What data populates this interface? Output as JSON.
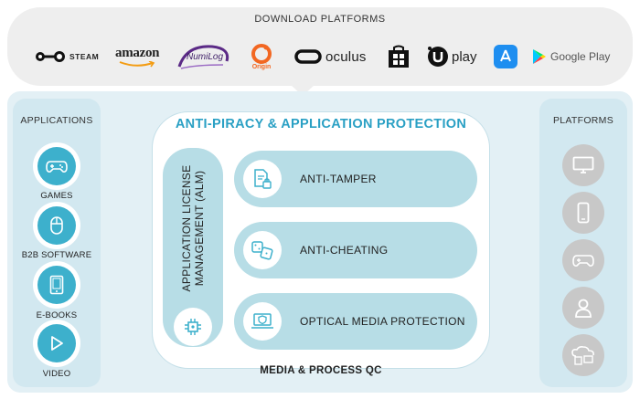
{
  "download": {
    "title": "DOWNLOAD PLATFORMS",
    "logos": [
      {
        "icon": "steam-icon",
        "text": "STEAM"
      },
      {
        "icon": "amazon-logo",
        "text": "amazon"
      },
      {
        "icon": "numilog-logo",
        "text": "NumiLog"
      },
      {
        "icon": "origin-icon",
        "text": "Origin"
      },
      {
        "icon": "oculus-icon",
        "text": "oculus"
      },
      {
        "icon": "windows-store-icon",
        "text": ""
      },
      {
        "icon": "uplay-icon",
        "text": "play"
      },
      {
        "icon": "app-store-icon",
        "text": ""
      },
      {
        "icon": "google-play-icon",
        "text": "Google Play"
      }
    ]
  },
  "applications": {
    "title": "APPLICATIONS",
    "items": [
      {
        "label": "GAMES",
        "icon": "gamepad-icon"
      },
      {
        "label": "B2B SOFTWARE",
        "icon": "mouse-icon"
      },
      {
        "label": "E-BOOKS",
        "icon": "ebook-icon"
      },
      {
        "label": "VIDEO",
        "icon": "play-icon"
      }
    ]
  },
  "center": {
    "title": "ANTI-PIRACY & APPLICATION PROTECTION",
    "alm": "APPLICATION LICENSE MANAGEMENT (ALM)",
    "features": [
      {
        "label": "ANTI-TAMPER",
        "icon": "document-lock-icon"
      },
      {
        "label": "ANTI-CHEATING",
        "icon": "dice-icon"
      },
      {
        "label": "OPTICAL MEDIA PROTECTION",
        "icon": "shield-laptop-icon"
      }
    ],
    "footer": "MEDIA & PROCESS QC"
  },
  "platforms": {
    "title": "PLATFORMS",
    "items": [
      {
        "icon": "monitor-icon"
      },
      {
        "icon": "smartphone-icon"
      },
      {
        "icon": "console-controller-icon"
      },
      {
        "icon": "user-icon"
      },
      {
        "icon": "cloud-devices-icon"
      }
    ]
  },
  "colors": {
    "accent": "#2aa0c4",
    "icon_blue": "#3db0cc",
    "pill": "#b7dde6",
    "panel": "#d2e8f0",
    "background": "#e3f0f5",
    "platform_grey": "#c8c8c8"
  }
}
